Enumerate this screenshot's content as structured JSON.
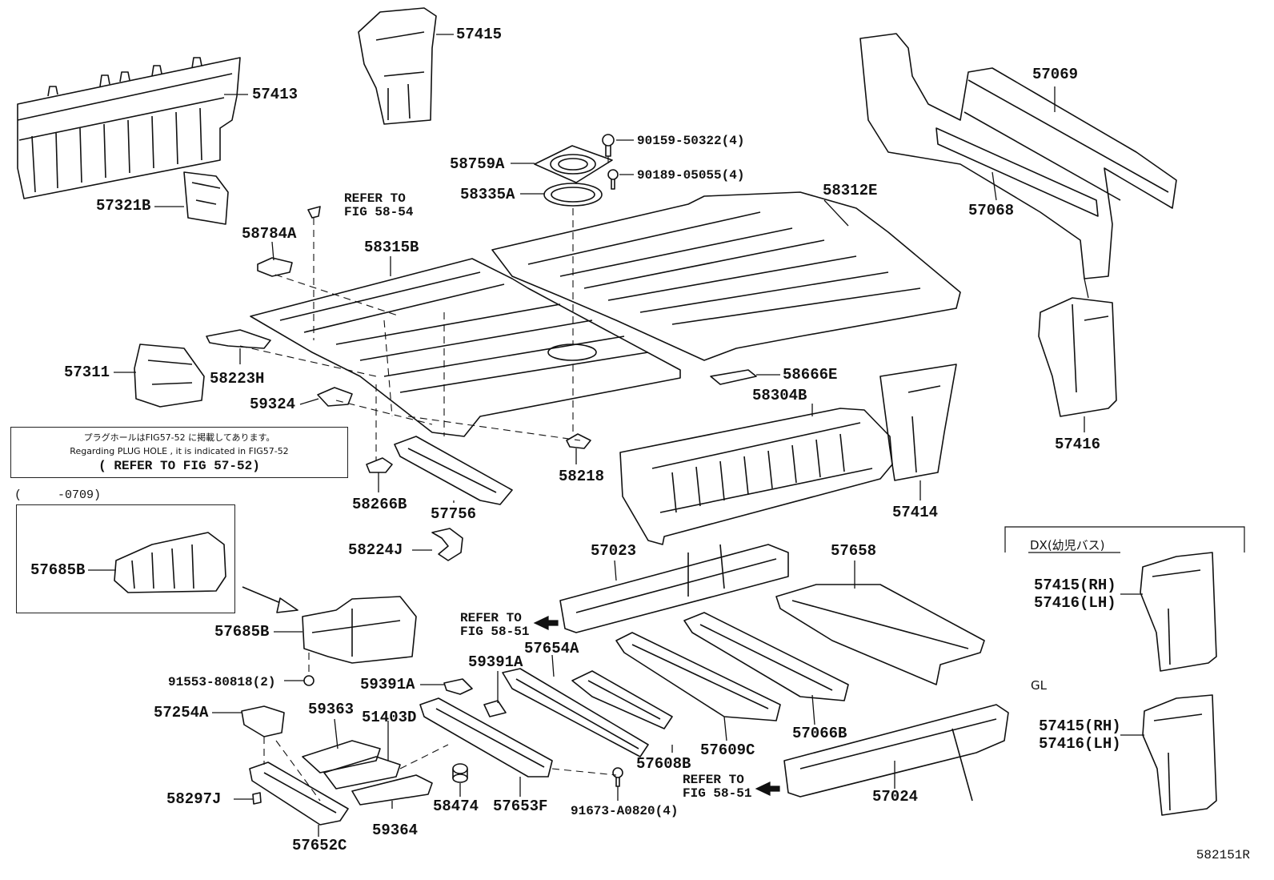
{
  "labels": {
    "p57413": "57413",
    "p57415": "57415",
    "p57321B": "57321B",
    "p90159": "90159-50322(4)",
    "p58759A": "58759A",
    "p90189": "90189-05055(4)",
    "p58335A": "58335A",
    "p58312E": "58312E",
    "p57069": "57069",
    "p57068": "57068",
    "p58784A": "58784A",
    "p58315B": "58315B",
    "p57311": "57311",
    "p58223H": "58223H",
    "p59324": "59324",
    "p58666E": "58666E",
    "p58304B": "58304B",
    "p57416": "57416",
    "p57414": "57414",
    "p58266B": "58266B",
    "p57756": "57756",
    "p58218": "58218",
    "p58224J": "58224J",
    "p57685B_inset": "57685B",
    "p57685B": "57685B",
    "p57023": "57023",
    "p57658": "57658",
    "p57654A": "57654A",
    "p59391A_a": "59391A",
    "p59391A_b": "59391A",
    "p91553": "91553-80818(2)",
    "p57254A": "57254A",
    "p59363": "59363",
    "p51403D": "51403D",
    "p58297J": "58297J",
    "p59364": "59364",
    "p57652C": "57652C",
    "p58474": "58474",
    "p57653F": "57653F",
    "p91673": "91673-A0820(4)",
    "p57608B": "57608B",
    "p57609C": "57609C",
    "p57066B": "57066B",
    "p57024": "57024",
    "p57415RH_a": "57415(RH)",
    "p57416LH_a": "57416(LH)",
    "p57415RH_b": "57415(RH)",
    "p57416LH_b": "57416(LH)"
  },
  "refs": {
    "r1_line1": "REFER TO",
    "r1_line2": "FIG 58-54",
    "r2_line1": "REFER TO",
    "r2_line2": "FIG 58-51",
    "r3_line1": "REFER TO",
    "r3_line2": "FIG 58-51"
  },
  "note": {
    "line1": "プラグホールはFIG57-52 に掲載してあります。",
    "line2": "Regarding PLUG HOLE , it is indicated in FIG57-52",
    "line3": "( REFER TO FIG 57-52)"
  },
  "inset_header": "(     -0709)",
  "grade_dx": "DX(幼児バス)",
  "grade_gl": "GL",
  "diagram_number": "582151R"
}
